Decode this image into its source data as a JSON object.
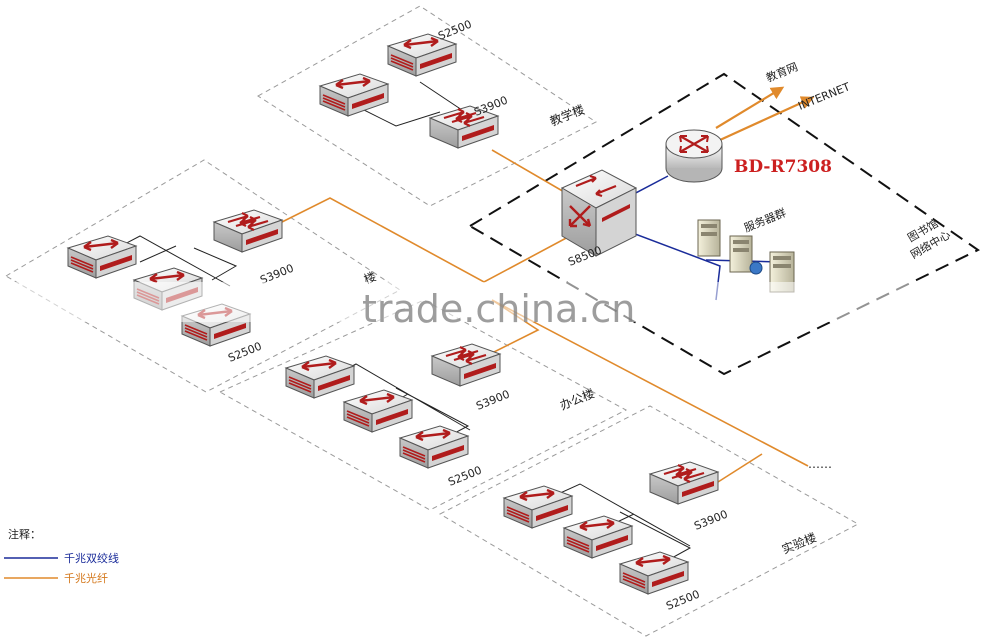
{
  "zones": {
    "teaching": "教学楼",
    "dorm": "楼",
    "office": "办公楼",
    "lab": "实验楼",
    "library": "图书馆\n网络中心"
  },
  "devices": {
    "core_switch": "S8500",
    "router": "BD-R7308",
    "server_cluster": "服务器群",
    "teaching_agg": "S3900",
    "teaching_access": "S2500",
    "dorm_agg": "S3900",
    "dorm_access": "S2500",
    "office_agg": "S3900",
    "office_access": "S2500",
    "lab_agg": "S3900",
    "lab_access": "S2500"
  },
  "uplinks": {
    "edu_net": "教育网",
    "internet": "INTERNET"
  },
  "ellipsis": "……",
  "legend": {
    "title": "注释：",
    "items": [
      {
        "label": "千兆双绞线",
        "color": "#1a2c9a"
      },
      {
        "label": "千兆光纤",
        "color": "#e08a2c"
      }
    ]
  },
  "watermark": "trade.china.cn",
  "colors": {
    "fiber": "#e08a2c",
    "twisted_pair": "#1a2c9a",
    "device_accent": "#b01c1c",
    "zone_border": "#9a9a9a"
  }
}
